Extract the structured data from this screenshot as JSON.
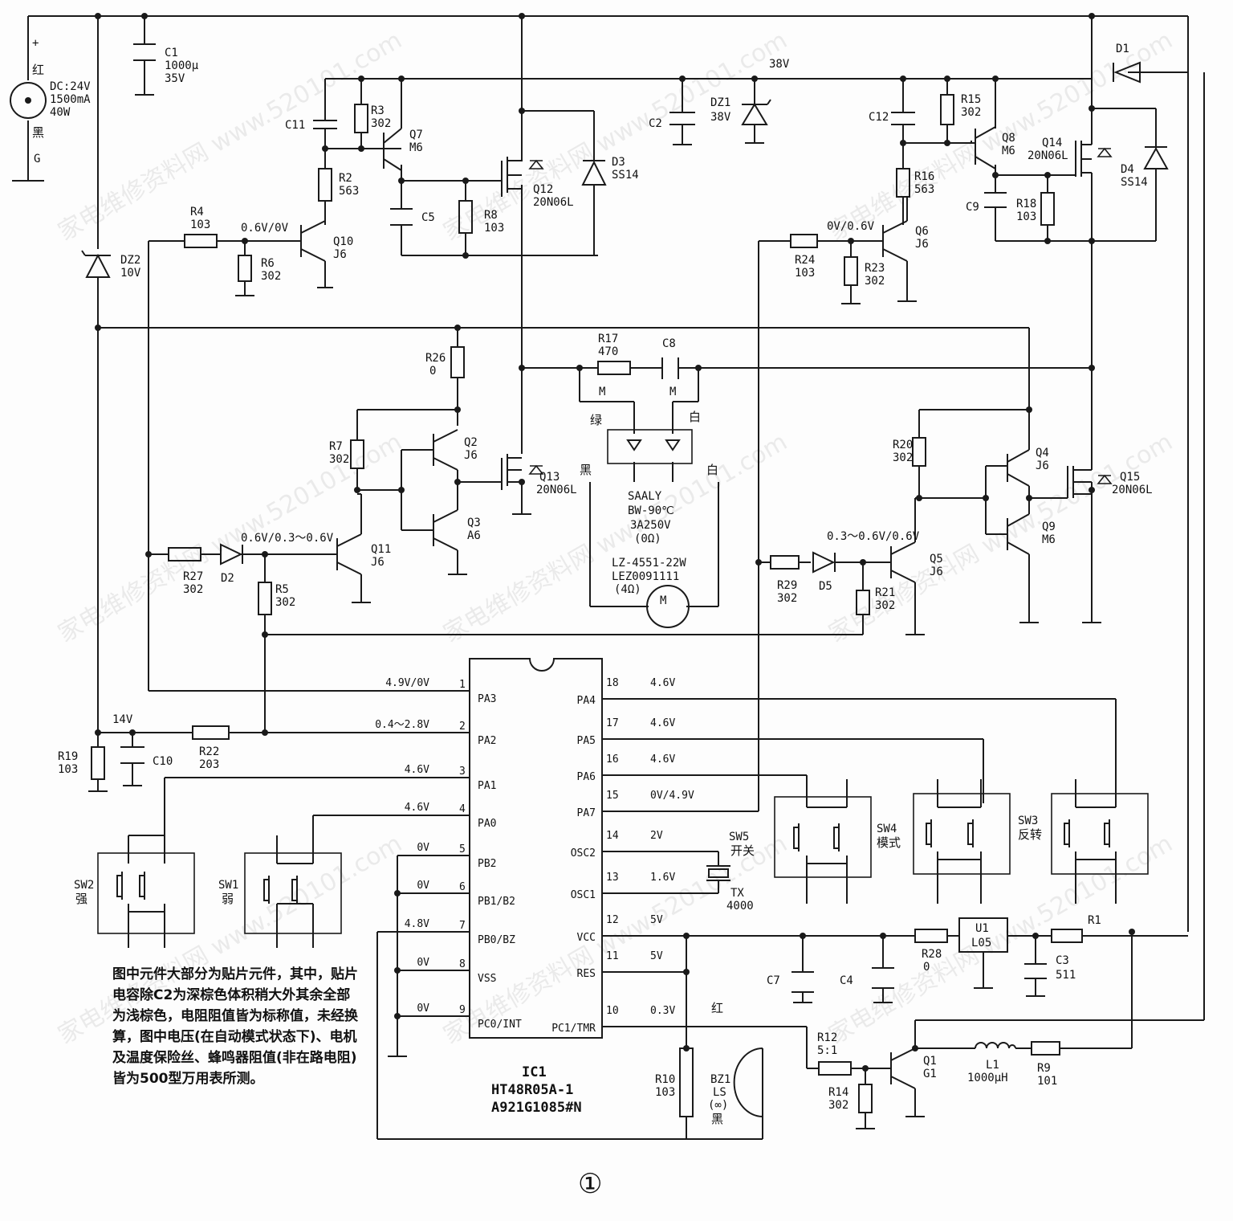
{
  "power": {
    "plus": "+",
    "red": "红",
    "spec_line1": "DC:24V",
    "spec_line2": "1500mA",
    "spec_line3": "40W",
    "black": "黑",
    "ground": "G"
  },
  "labels": {
    "C1": "C1",
    "C1v": "1000μ",
    "C1r": "35V",
    "v38": "38V",
    "C2": "C2",
    "DZ1": "DZ1",
    "DZ1v": "38V",
    "D1": "D1",
    "C11": "C11",
    "R3": "R3",
    "R3v": "302",
    "Q7": "Q7",
    "Q7t": "M6",
    "R2": "R2",
    "R2v": "563",
    "C5": "C5",
    "R8": "R8",
    "R8v": "103",
    "Q12": "Q12",
    "Q12t": "20N06L",
    "D3": "D3",
    "D3t": "SS14",
    "R4": "R4",
    "R4v": "103",
    "v06a": "0.6V/0V",
    "R6": "R6",
    "R6v": "302",
    "Q10": "Q10",
    "Q10t": "J6",
    "DZ2": "DZ2",
    "DZ2v": "10V",
    "C12": "C12",
    "R15": "R15",
    "R15v": "302",
    "Q8": "Q8",
    "Q8t": "M6",
    "R16": "R16",
    "R16v": "563",
    "Q14": "Q14",
    "Q14t": "20N06L",
    "D4": "D4",
    "D4t": "SS14",
    "C9": "C9",
    "R18": "R18",
    "R18v": "103",
    "v06b": "0V/0.6V",
    "R24": "R24",
    "R24v": "103",
    "R23": "R23",
    "R23v": "302",
    "Q6": "Q6",
    "Q6t": "J6",
    "R26": "R26",
    "R26v": "0",
    "R17": "R17",
    "R17v": "470",
    "C8": "C8",
    "M1": "M",
    "M2": "M",
    "green": "绿",
    "white1": "白",
    "black2": "黑",
    "white2": "白",
    "R7": "R7",
    "R7v": "302",
    "Q2": "Q2",
    "Q2t": "J6",
    "Q3": "Q3",
    "Q3t": "A6",
    "Q13": "Q13",
    "Q13t": "20N06L",
    "fuse1": "SAALY",
    "fuse2": "BW-90℃",
    "fuse3": "3A250V",
    "fuse4": "(0Ω)",
    "motor1": "LZ-4551-22W",
    "motor2": "LEZ0091111",
    "motor3": "(4Ω)",
    "R20": "R20",
    "R20v": "302",
    "Q4": "Q4",
    "Q4t": "J6",
    "Q9": "Q9",
    "Q9t": "M6",
    "Q15": "Q15",
    "Q15t": "20N06L",
    "R27": "R27",
    "R27v": "302",
    "D2": "D2",
    "v06c": "0.6V/0.3～0.6V",
    "R5": "R5",
    "R5v": "302",
    "Q11": "Q11",
    "Q11t": "J6",
    "R29": "R29",
    "R29v": "302",
    "D5": "D5",
    "v06d": "0.3～0.6V/0.6V",
    "R21": "R21",
    "R21v": "302",
    "Q5": "Q5",
    "Q5t": "J6",
    "v14": "14V",
    "R19": "R19",
    "R19v": "103",
    "C10": "C10",
    "R22": "R22",
    "R22v": "203",
    "SW2": "SW2",
    "SW2t": "强",
    "SW1": "SW1",
    "SW1t": "弱",
    "SW4": "SW4",
    "SW4t": "模式",
    "SW3": "SW3",
    "SW3t": "反转",
    "SW5": "SW5",
    "SW5t": "开关",
    "TX": "TX",
    "TXv": "4000",
    "U1": "U1",
    "U1t": "L05",
    "R1": "R1",
    "R28": "R28",
    "R28v": "0",
    "C7": "C7",
    "C4": "C4",
    "C3": "C3",
    "C3v": "511",
    "Q1": "Q1",
    "Q1t": "G1",
    "L1": "L1",
    "L1v": "1000μH",
    "R9": "R9",
    "R9v": "101",
    "R12": "R12",
    "R12v": "5:1",
    "R14": "R14",
    "R14v": "302",
    "R10": "R10",
    "R10v": "103",
    "BZ1": "BZ1",
    "BZ1t": "LS",
    "BZ1r": "(∞)",
    "BZ1b": "黑",
    "red2": "红",
    "ic1": "IC1",
    "ic2": "HT48R05A-1",
    "ic3": "A921G1085#N",
    "fig": "①"
  },
  "ic_left": [
    {
      "num": "1",
      "name": "PA3",
      "volt": "4.9V/0V"
    },
    {
      "num": "2",
      "name": "PA2",
      "volt": "0.4～2.8V"
    },
    {
      "num": "3",
      "name": "PA1",
      "volt": "4.6V"
    },
    {
      "num": "4",
      "name": "PA0",
      "volt": "4.6V"
    },
    {
      "num": "5",
      "name": "PB2",
      "volt": "0V"
    },
    {
      "num": "6",
      "name": "PB1/B2",
      "volt": "0V"
    },
    {
      "num": "7",
      "name": "PB0/BZ",
      "volt": "4.8V"
    },
    {
      "num": "8",
      "name": "VSS",
      "volt": "0V"
    },
    {
      "num": "9",
      "name": "PC0/INT",
      "volt": "0V"
    }
  ],
  "ic_right": [
    {
      "num": "18",
      "name": "PA4",
      "volt": "4.6V"
    },
    {
      "num": "17",
      "name": "PA5",
      "volt": "4.6V"
    },
    {
      "num": "16",
      "name": "PA6",
      "volt": "4.6V"
    },
    {
      "num": "15",
      "name": "PA7",
      "volt": "0V/4.9V"
    },
    {
      "num": "14",
      "name": "OSC2",
      "volt": "2V"
    },
    {
      "num": "13",
      "name": "OSC1",
      "volt": "1.6V"
    },
    {
      "num": "12",
      "name": "VCC",
      "volt": "5V"
    },
    {
      "num": "11",
      "name": "RES",
      "volt": "5V"
    },
    {
      "num": "10",
      "name": "PC1/TMR",
      "volt": "0.3V"
    }
  ],
  "note": "图中元件大部分为贴片元件，其中，贴片电容除C2为深棕色体积稍大外其余全部为浅棕色，电阻阻值皆为标称值，未经换算，图中电压(在自动模式状态下)、电机及温度保险丝、蜂鸣器阻值(非在路电阻)皆为500型万用表所测。",
  "watermark": "家电维修资料网 www.520101.com"
}
